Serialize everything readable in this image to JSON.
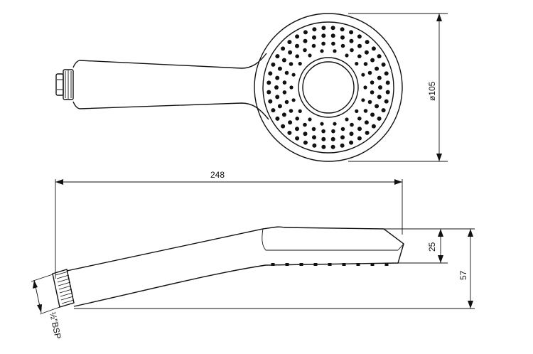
{
  "dimensions": {
    "diameter": "ø105",
    "length": "248",
    "head_height": "25",
    "total_height": "57",
    "thread": "½\"BSP"
  },
  "colors": {
    "line": "#111111",
    "background": "#ffffff"
  },
  "nozzle_rings": [
    {
      "count": 18,
      "dot": 2.6
    },
    {
      "count": 28,
      "dot": 2.8
    },
    {
      "count": 34,
      "dot": 3.0
    },
    {
      "count": 40,
      "dot": 3.0
    }
  ],
  "side_nozzles": 9
}
